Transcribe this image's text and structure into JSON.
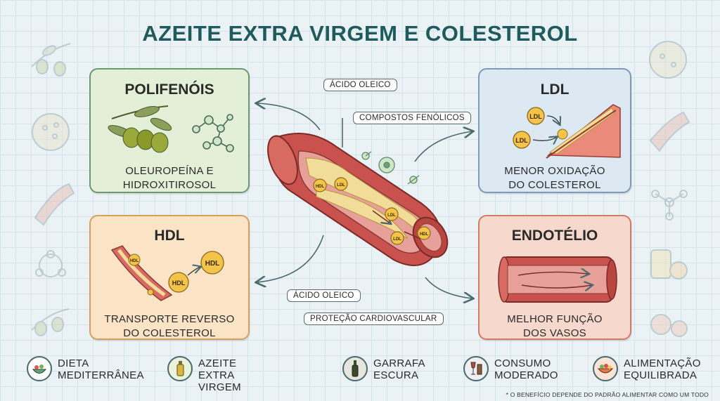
{
  "title": "AZEITE EXTRA VIRGEM E COLESTEROL",
  "cards": {
    "polifenois": {
      "heading": "POLIFENÓIS",
      "line1": "OLEUROPEÍNA E",
      "line2": "HIDROXITIROSOL",
      "bg": "#e3efd7",
      "border": "#6a9a72"
    },
    "ldl": {
      "heading": "LDL",
      "line1": "MENOR OXIDAÇÃO",
      "line2": "DO COLESTEROL",
      "bg": "#dce8f2",
      "border": "#7d9ab8"
    },
    "hdl": {
      "heading": "HDL",
      "line1": "TRANSPORTE REVERSO",
      "line2": "DO COLESTEROL",
      "bg": "#fbe3c6",
      "border": "#d4a060"
    },
    "endotelio": {
      "heading": "ENDOTÉLIO",
      "line1": "MELHOR FUNÇÃO",
      "line2": "DOS VASOS",
      "bg": "#f7d8cc",
      "border": "#d17a68"
    }
  },
  "labels": {
    "acido_oleico_top": "ÁCIDO OLEICO",
    "compostos_fenolicos": "COMPOSTOS FENÓLICOS",
    "acido_oleico_bottom": "ÁCIDO OLEICO",
    "protecao": "PROTEÇÃO CARDIOVASCULAR"
  },
  "badges": {
    "ldl": "LDL",
    "hdl": "HDL"
  },
  "legend": [
    {
      "line1": "DIETA",
      "line2": "MEDITERRÂNEA",
      "icon": "salad-bowl-icon"
    },
    {
      "line1": "AZEITE",
      "line2": "EXTRA VIRGEM",
      "icon": "olive-oil-bottle-icon"
    },
    {
      "line1": "GARRAFA",
      "line2": "ESCURA",
      "icon": "dark-bottle-icon"
    },
    {
      "line1": "CONSUMO",
      "line2": "MODERADO",
      "icon": "wine-glass-icon"
    },
    {
      "line1": "ALIMENTAÇÃO",
      "line2": "EQUILIBRADA",
      "icon": "food-bowl-icon"
    }
  ],
  "footnote": "* O BENEFÍCIO DEPENDE DO PADRÃO ALIMENTAR COMO UM TODO",
  "colors": {
    "title": "#1f5a5c",
    "vessel": "#c9524e",
    "plaque": "#f2dc9a",
    "particle": "#f4c34a"
  }
}
